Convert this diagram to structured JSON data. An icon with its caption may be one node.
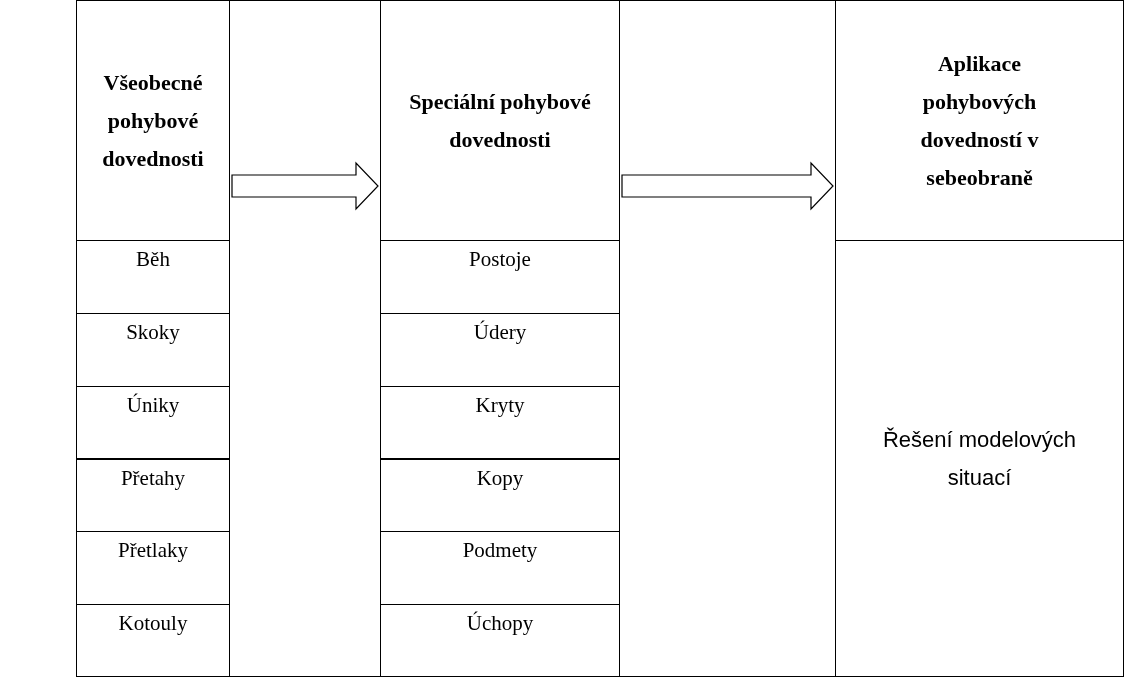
{
  "diagram": {
    "nodes": [
      {
        "text": [
          "Všeobecné pohybové dovednosti"
        ]
      },
      {
        "text": [
          "Běh"
        ]
      },
      {
        "text": [
          "Skoky"
        ]
      },
      {
        "text": [
          "Úniky"
        ]
      },
      {
        "text": [
          "Přetahy"
        ]
      },
      {
        "text": [
          "Přetlaky"
        ]
      },
      {
        "text": [
          "Kotouly"
        ]
      },
      {
        "text": [
          "Speciální pohybové dovednosti"
        ]
      },
      {
        "text": [
          "Postoje"
        ]
      },
      {
        "text": [
          "Údery"
        ]
      },
      {
        "text": [
          "Kryty"
        ]
      },
      {
        "text": [
          "Kopy"
        ]
      },
      {
        "text": [
          "Podmety"
        ]
      },
      {
        "text": [
          "Úchopy"
        ]
      },
      {
        "text": [
          "Aplikace pohybových dovedností v sebeobraně"
        ]
      },
      {
        "text": [
          "Řešení modelových situací"
        ]
      }
    ],
    "edges": [
      {
        "from": 0,
        "to": 7,
        "arrow": "to"
      },
      {
        "from": 7,
        "to": 14,
        "arrow": "to"
      }
    ]
  }
}
